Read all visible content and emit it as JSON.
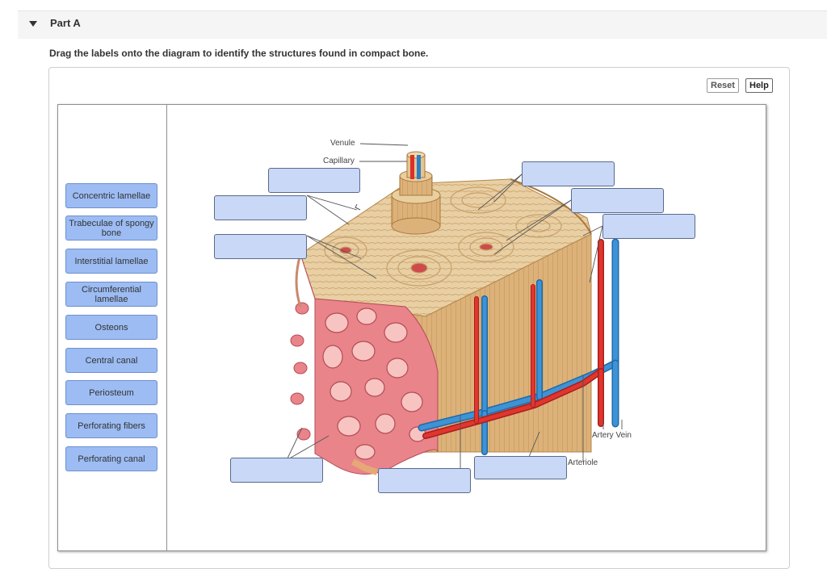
{
  "part": {
    "title": "Part A"
  },
  "instructions": "Drag the labels onto the diagram to identify the structures found in compact bone.",
  "toolbar": {
    "reset_label": "Reset",
    "help_label": "Help"
  },
  "label_bank": [
    {
      "text": "Concentric lamellae"
    },
    {
      "text": "Trabeculae of spongy bone"
    },
    {
      "text": "Interstitial lamellae"
    },
    {
      "text": "Circumferential lamellae"
    },
    {
      "text": "Osteons"
    },
    {
      "text": "Central canal"
    },
    {
      "text": "Periosteum"
    },
    {
      "text": "Perforating fibers"
    },
    {
      "text": "Perforating canal"
    }
  ],
  "figure_labels": {
    "venule": "Venule",
    "capillary": "Capillary",
    "artery_vein": "Artery Vein",
    "arteriole": "Arteriole"
  },
  "colors": {
    "tile": "#9cbcf3",
    "drop_target": "#c8d8f6",
    "bone": "#d9b47a",
    "spongy": "#e8848a",
    "artery": "#d8322a",
    "vein": "#2b7fc4"
  }
}
